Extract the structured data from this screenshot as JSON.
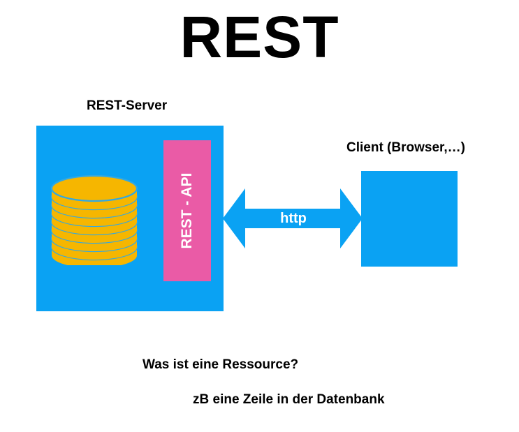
{
  "title": "REST",
  "server": {
    "label": "REST-Server",
    "api_label": "REST - API"
  },
  "client": {
    "label": "Client (Browser,…)"
  },
  "connection": {
    "label": "http"
  },
  "question": "Was ist eine Ressource?",
  "answer": "zB eine Zeile in der Datenbank",
  "icons": {
    "database": "database-icon",
    "arrow": "double-arrow-icon"
  },
  "colors": {
    "box_blue": "#0aa2f3",
    "api_pink": "#ea5ba6",
    "db_gold": "#f6b600",
    "db_ring": "#30a8e4",
    "text": "#000000",
    "inverse_text": "#ffffff"
  }
}
